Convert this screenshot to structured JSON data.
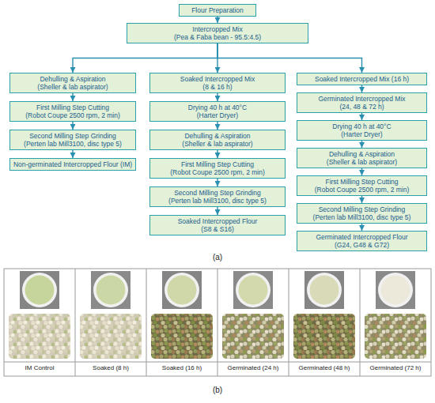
{
  "diagram": {
    "nodes": [
      {
        "text": [
          "Flour Preparation"
        ]
      },
      {
        "text": [
          "Intercropped Mix",
          "(Pea & Faba bean - 95.5:4.5)"
        ]
      },
      {
        "text": [
          "Dehulling & Aspiration",
          "(Sheller & lab aspirator)"
        ]
      },
      {
        "text": [
          "First Milling Step Cutting",
          "(Robot Coupe 2500 rpm, 2 min)"
        ]
      },
      {
        "text": [
          "Second Milling Step Grinding",
          "(Perten lab Mill3100, disc type 5)"
        ]
      },
      {
        "text": [
          "Non-germinated Intercropped Flour (IM)"
        ]
      },
      {
        "text": [
          "Soaked Intercropped Mix",
          "(8 & 16 h)"
        ]
      },
      {
        "text": [
          "Drying 40 h at 40°C",
          "(Harter Dryer)"
        ]
      },
      {
        "text": [
          "Dehulling & Aspiration",
          "(Sheller & lab aspirator)"
        ]
      },
      {
        "text": [
          "First Milling Step Cutting",
          "(Robot Coupe 2500 rpm, 2 min)"
        ]
      },
      {
        "text": [
          "Second Milling Step Grinding",
          "(Perten lab Mill3100, disc type 5)"
        ]
      },
      {
        "text": [
          "Soaked Intercropped Flour",
          "(S8 & S16)"
        ]
      },
      {
        "text": [
          "Soaked Intercropped Mix (16 h)"
        ]
      },
      {
        "text": [
          "Germinated Intercropped Mix",
          "(24, 48 & 72 h)"
        ]
      },
      {
        "text": [
          "Drying 40 h at 40°C",
          "(Harter Dryer)"
        ]
      },
      {
        "text": [
          "Dehulling & Aspiration",
          "(Sheller & lab aspirator)"
        ]
      },
      {
        "text": [
          "First Milling Step Cutting",
          "(Robot Coupe 2500 rpm, 2 min)"
        ]
      },
      {
        "text": [
          "Second Milling Step Grinding",
          "(Perten lab Mill3100, disc type 5)"
        ]
      },
      {
        "text": [
          "Germinated Intercropped Flour",
          "(G24, G48 & G72)"
        ]
      }
    ],
    "edges": [
      {
        "from": 0,
        "to": 1,
        "arrow": "to"
      },
      {
        "from": 1,
        "to": 2,
        "arrow": "to"
      },
      {
        "from": 1,
        "to": 6,
        "arrow": "to"
      },
      {
        "from": 1,
        "to": 12,
        "arrow": "to"
      },
      {
        "from": 2,
        "to": 3,
        "arrow": "to"
      },
      {
        "from": 3,
        "to": 4,
        "arrow": "to"
      },
      {
        "from": 4,
        "to": 5,
        "arrow": "to"
      },
      {
        "from": 6,
        "to": 7,
        "arrow": "to"
      },
      {
        "from": 7,
        "to": 8,
        "arrow": "to"
      },
      {
        "from": 8,
        "to": 9,
        "arrow": "to"
      },
      {
        "from": 9,
        "to": 10,
        "arrow": "to"
      },
      {
        "from": 10,
        "to": 11,
        "arrow": "to"
      },
      {
        "from": 12,
        "to": 13,
        "arrow": "to"
      },
      {
        "from": 13,
        "to": 14,
        "arrow": "to"
      },
      {
        "from": 14,
        "to": 15,
        "arrow": "to"
      },
      {
        "from": 15,
        "to": 16,
        "arrow": "to"
      },
      {
        "from": 16,
        "to": 17,
        "arrow": "to"
      },
      {
        "from": 17,
        "to": 18,
        "arrow": "to"
      }
    ],
    "labels": [
      "(a)",
      "IM Control",
      "Soaked (8 h)",
      "Soaked (16 h)",
      "Germinated (24 h)",
      "Germinated (48 h)",
      "Germinated (72 h)",
      "(b)"
    ]
  }
}
